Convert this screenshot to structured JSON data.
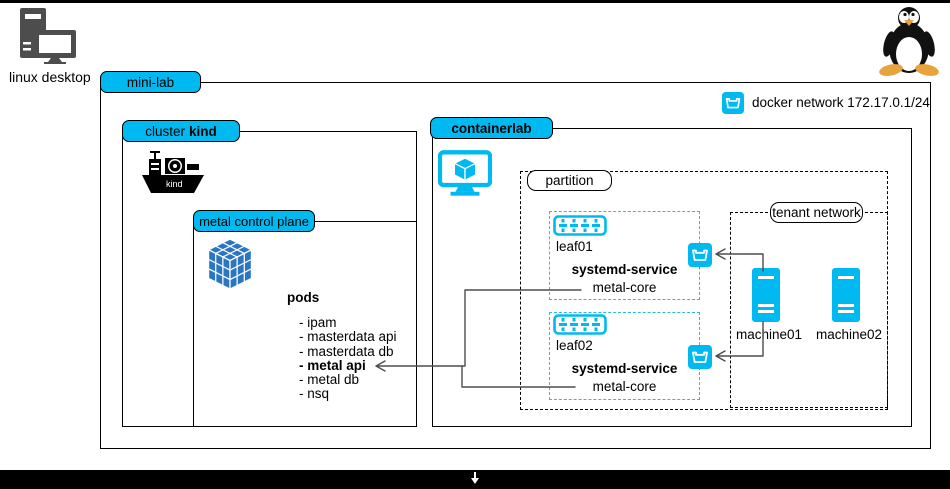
{
  "colors": {
    "accent": "#00b9f0",
    "cube_blue": "#2b76c2",
    "connector": "#4d4d4d",
    "icon_gray": "#4d4d4d",
    "bar": "#000000"
  },
  "icons": [
    "desktop-tower-icon",
    "tux-penguin-icon",
    "kind-ship-icon",
    "kubernetes-cube-icon",
    "containerlab-monitor-icon",
    "switch-icon",
    "docker-container-icon",
    "server-icon",
    "collapse-arrow-icon"
  ],
  "desktop": {
    "label": "linux desktop"
  },
  "legend": {
    "label": "docker network 172.17.0.1/24"
  },
  "minilab": {
    "label": "mini-lab"
  },
  "cluster": {
    "label": "cluster",
    "label_bold": "kind",
    "ship_text": "kind"
  },
  "control_plane": {
    "label": "metal control plane",
    "pods_title": "pods",
    "pods": [
      "- ipam",
      "- masterdata api",
      "- masterdata db",
      "- metal api",
      "- metal db",
      "- nsq"
    ]
  },
  "containerlab": {
    "label": "containerlab"
  },
  "partition": {
    "label": "partition"
  },
  "leaf01": {
    "name": "leaf01",
    "service_title": "systemd-service",
    "service_name": "metal-core"
  },
  "leaf02": {
    "name": "leaf02",
    "service_title": "systemd-service",
    "service_name": "metal-core"
  },
  "tenant": {
    "label": "tenant network",
    "machine01": "machine01",
    "machine02": "machine02"
  }
}
